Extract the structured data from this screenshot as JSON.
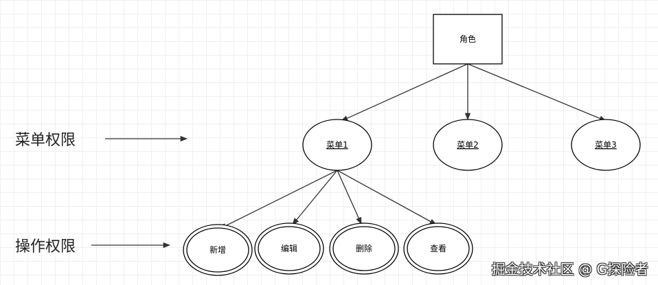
{
  "diagram": {
    "root": {
      "label": "角色"
    },
    "menus": [
      {
        "label": "菜单1"
      },
      {
        "label": "菜单2"
      },
      {
        "label": "菜单3"
      }
    ],
    "operations": [
      {
        "label": "新增"
      },
      {
        "label": "编辑"
      },
      {
        "label": "删除"
      },
      {
        "label": "查看"
      }
    ],
    "side_labels": {
      "menu_permission": "菜单权限",
      "operation_permission": "操作权限"
    }
  },
  "watermark": "掘金技术社区 @ G探险者"
}
